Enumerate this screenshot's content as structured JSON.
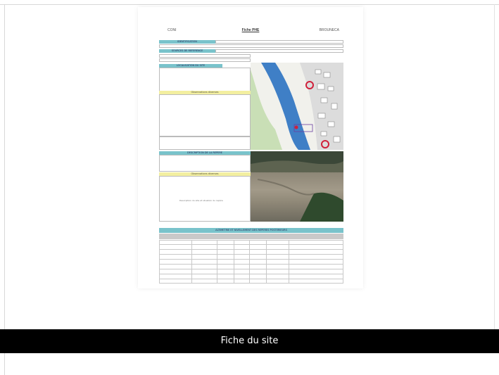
{
  "caption": {
    "text": "Fiche du site"
  },
  "document": {
    "header_left": "CONI",
    "header_center": "Fiche PHE",
    "header_right": "BROUNECA",
    "bands": {
      "identification": "IDENTIFICATION",
      "sources": "SOURCES DE REFERENCE",
      "localisation": "LOCALISATION DU SITE",
      "description": "DESCRIPTION DE LA REPERE",
      "altimetrie": "ALTIMETRIE ET NIVELLEMENT DES REPERES POSTERIEURS"
    },
    "yellow_labels": {
      "map_note": "Observations diverses",
      "photo_note": "Observations diverses"
    },
    "photo_caption": "Description du site et situation du repère"
  }
}
